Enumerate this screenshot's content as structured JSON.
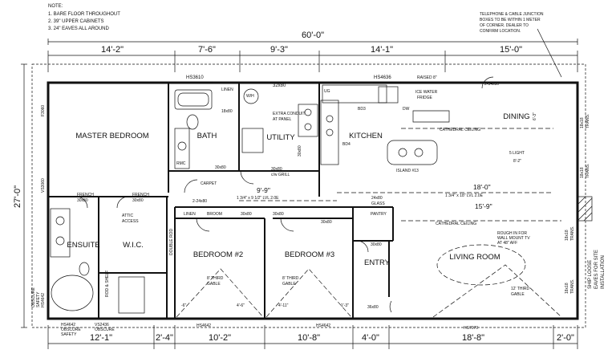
{
  "notes": {
    "title": "NOTE:",
    "items": [
      "1.   BARE FLOOR THROUGHOUT",
      "2.   39\" UPPER CABINETS",
      "3.   24\" EAVES ALL AROUND"
    ]
  },
  "callout_top_right": [
    "TELEPHONE & CABLE JUNCTION",
    "BOXES TO BE WITHIN 1 METER",
    "OF CORNER.  DEALER TO",
    "CONFIRM LOCATION."
  ],
  "overall": {
    "width": "60'-0\"",
    "depth": "27'-0\""
  },
  "top_dims": [
    "14'-2\"",
    "7'-6\"",
    "9'-3\"",
    "14'-1\"",
    "15'-0\""
  ],
  "bottom_dims": [
    "12'-1\"",
    "2'-4\"",
    "10'-2\"",
    "10'-8\"",
    "4'-0\"",
    "18'-8\"",
    "2'-0\""
  ],
  "rooms": {
    "master": "MASTER BEDROOM",
    "bath": "BATH",
    "utility": "UTILITY",
    "kitchen": "KITCHEN",
    "dining": "DINING",
    "ensuite": "ENSUITE",
    "wic": "W.I.C.",
    "bed2": "BEDROOM #2",
    "bed3": "BEDROOM #3",
    "entry": "ENTRY",
    "living": "LIVING ROOM"
  },
  "labels": {
    "hs3610": "HS3610",
    "linen_top": "LINEN",
    "wh": "W/H",
    "d32x80": "32x80",
    "x18x80": "18x80",
    "extra_conduit": [
      "EXTRA CONDUIT",
      "AT PANEL"
    ],
    "rmc": "RMC",
    "d30x80_bath": "30x80",
    "d30x80_util": [
      "30x80",
      "c/w GRILL"
    ],
    "x30x80_side": "30x80",
    "hs4636": "HS4636",
    "raised": "RAISED 8\"",
    "ug": "UG",
    "bd3": "BD3",
    "dw": "DW",
    "fridge": [
      "ICE WATER",
      "FRIDGE"
    ],
    "bd4": "BD4",
    "w2x34": "2-34x80",
    "cathedral_top": "CATHEDRAL CEILING",
    "five_light": "5 LIGHT",
    "island": "ISLAND #13",
    "d6_3": "6'-3\"",
    "d8_2": "8'-2\"",
    "d18_0": "18'-0\"",
    "lvl_right": "1 3/4\" x 18\" LVL 2.0E",
    "d15_9": "15'-9\"",
    "d9_9": "9'-9\"",
    "lvl_left": "1 3/4\" x 9 1/2\" LVL 2.0E",
    "carpet": "CARPET",
    "x2_24": "2-24x80",
    "french_l": [
      "FRENCH",
      "30x80"
    ],
    "french_r": [
      "FRENCH",
      "30x80"
    ],
    "linen_mid": "LINEN",
    "broom": "BROOM",
    "d30x80_a": "30x80",
    "d30x80_b": "30x80",
    "glass": [
      "24x80",
      "GLASS"
    ],
    "pantry": "PANTRY",
    "d30x80_c": "30x80",
    "d30x80_d": "30x80",
    "cathedral_living": "CATHEDRAL CEILING",
    "rough_in": [
      "ROUGH IN FOR",
      "WALL MOUNT TV",
      "AT 48\" AFF"
    ],
    "attic": [
      "ATTIC",
      "ACCESS"
    ],
    "double_rod": "DOUBLE ROD",
    "rod_shelf": "ROD & SHELF",
    "gable_l": [
      "8' THIRD",
      "GABLE"
    ],
    "gable_m": [
      "8' THIRD",
      "GABLE"
    ],
    "gable_r": [
      "12' THIRD",
      "GABLE"
    ],
    "d4_6": "4'-6\"",
    "d4_11": "4'-11\"",
    "d1_3": "1'-3\"",
    "d_6": "-6\"",
    "d36x80": "36x80",
    "hs4642_a": "HS4642",
    "hs4642_b": "HS4642",
    "hs4642_bl": [
      "HS4642",
      "OBSCURE",
      "SAFETY"
    ],
    "vs2436": [
      "VS2436",
      "OBSCURE"
    ],
    "hs7070": "HS7070",
    "f3060": "F3060",
    "vs3060": "VS3060",
    "obscure_left": [
      "OBSCURE",
      "SAFETY",
      "HS4642"
    ],
    "trans": [
      "18x18",
      "TRANS."
    ],
    "ship_loose": [
      "SHIP LOOSE",
      "EAVES FOR SITE",
      "INSTALLATION"
    ]
  }
}
